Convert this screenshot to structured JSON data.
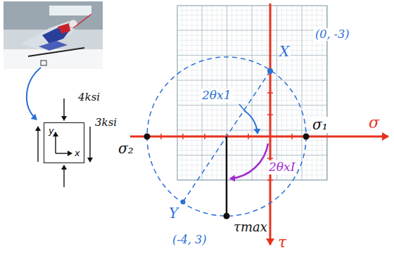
{
  "diagram": {
    "nodes": [
      {
        "text": [
          "y",
          "x"
        ]
      }
    ],
    "labels": [
      "4ksi",
      "3ksi",
      "(0, -3)",
      "X",
      "σ₁",
      "2θx1",
      "σ₂",
      "2θxI",
      "Y",
      "τmax",
      "(-4, 3)",
      "σ",
      "τ"
    ]
  }
}
